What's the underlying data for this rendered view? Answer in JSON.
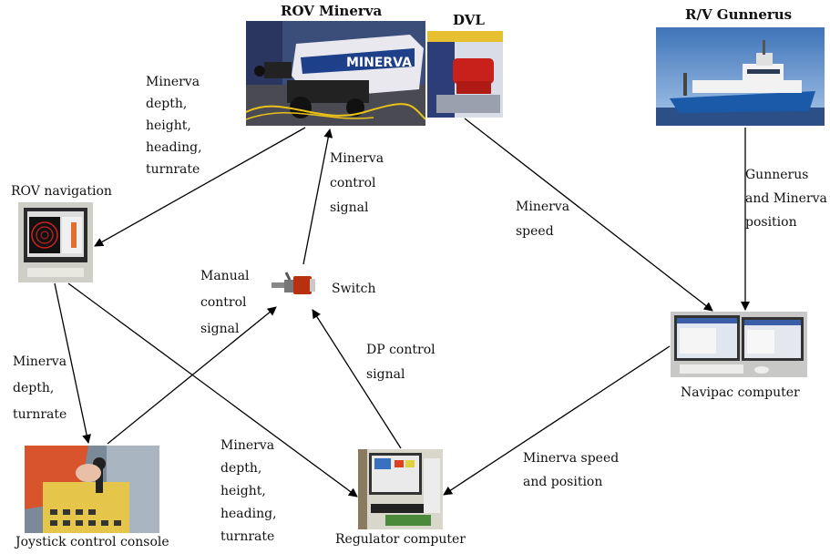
{
  "nodes": {
    "rov_minerva": "ROV Minerva",
    "dvl": "DVL",
    "rv_gunnerus": "R/V Gunnerus",
    "rov_navigation": "ROV navigation",
    "switch": "Switch",
    "navipac": "Navipac computer",
    "joystick": "Joystick control console",
    "regulator": "Regulator computer"
  },
  "edge_labels": {
    "minerva_to_nav": [
      "Minerva",
      "depth,",
      "height,",
      "heading,",
      "turnrate"
    ],
    "switch_to_minerva": [
      "Minerva",
      "control",
      "signal"
    ],
    "dvl_to_navipac": [
      "Minerva",
      "speed"
    ],
    "gunnerus_to_navipac": [
      "Gunnerus",
      "and Minerva",
      "position"
    ],
    "joystick_to_switch": [
      "Manual",
      "control",
      "signal"
    ],
    "regulator_to_switch": [
      "DP control",
      "signal"
    ],
    "nav_to_joystick": [
      "Minerva",
      "depth,",
      "turnrate"
    ],
    "nav_to_regulator": [
      "Minerva",
      "depth,",
      "height,",
      "heading,",
      "turnrate"
    ],
    "navipac_to_regulator": [
      "Minerva speed",
      "and position"
    ]
  },
  "photo_texts": {
    "rov_brand": "MINERVA"
  },
  "colors": {
    "arrow": "#000000",
    "ship_hull": "#1a5aa8",
    "sky": "#6f9fd6",
    "rov_body": "#e8e8ee",
    "cable": "#e8c21a",
    "console": "#e5c64a",
    "jacket": "#d8542c"
  }
}
